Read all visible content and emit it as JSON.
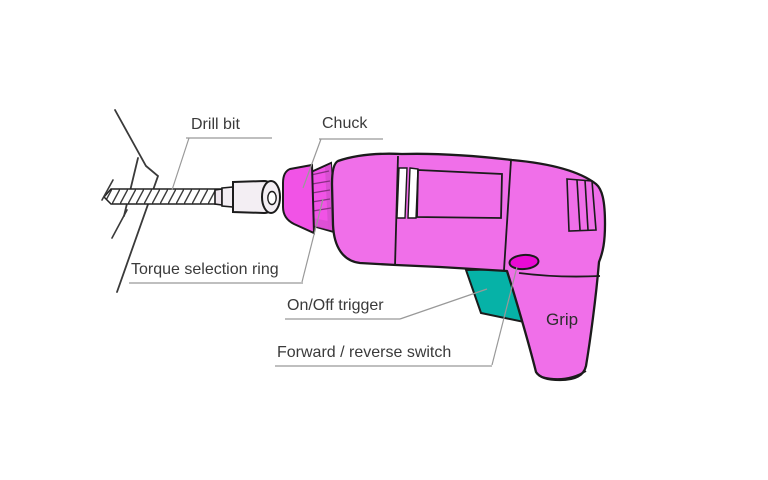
{
  "labels": {
    "drill_bit": "Drill bit",
    "chuck": "Chuck",
    "torque_ring": "Torque selection ring",
    "trigger": "On/Off trigger",
    "fwd_rev": "Forward / reverse switch",
    "grip": "Grip"
  },
  "colors": {
    "body": "#F06FE9",
    "cone": "#F153E6",
    "ring_shade": "#D94FD2",
    "switch_oval": "#E90AD3",
    "trigger": "#06B2A7",
    "sleeve": "#F3EEF3",
    "outline": "#1b1b1b",
    "leader": "#999999",
    "text": "#3a3a3a"
  }
}
